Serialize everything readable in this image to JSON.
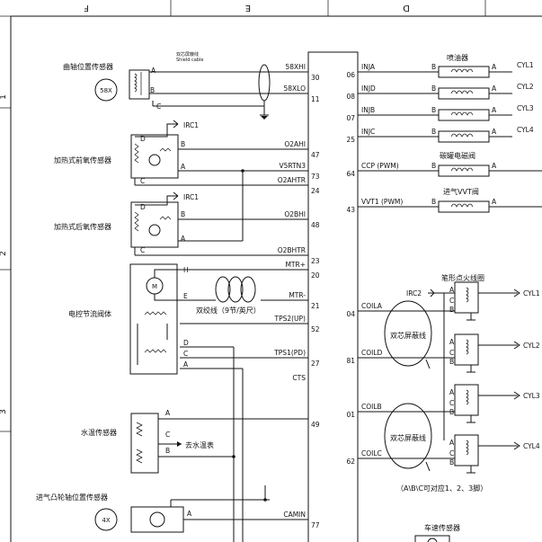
{
  "grid": {
    "top_letters": [
      "F",
      "E",
      "D"
    ],
    "left_numbers": [
      "1",
      "2",
      "3"
    ]
  },
  "ecu": {
    "left_pins": [
      {
        "pin": "30",
        "signal": "58XHI"
      },
      {
        "pin": "11",
        "signal": "58XLO"
      },
      {
        "pin": "47",
        "signal": "O2AHI"
      },
      {
        "pin": "73",
        "signal": "V5RTN3"
      },
      {
        "pin": "24",
        "signal": "O2AHTR"
      },
      {
        "pin": "48",
        "signal": "O2BHI"
      },
      {
        "pin": "23",
        "signal": "O2BHTR"
      },
      {
        "pin": "20",
        "signal": "MTR+"
      },
      {
        "pin": "21",
        "signal": "MTR-"
      },
      {
        "pin": "52",
        "signal": "TPS2(UP)"
      },
      {
        "pin": "27",
        "signal": "TPS1(PD)"
      },
      {
        "pin": "",
        "signal": "CTS"
      },
      {
        "pin": "49",
        "signal": ""
      },
      {
        "pin": "77",
        "signal": "CAMIN"
      }
    ],
    "right_pins": [
      {
        "pin": "06",
        "signal": "INJA"
      },
      {
        "pin": "08",
        "signal": "INJD"
      },
      {
        "pin": "07",
        "signal": "INJB"
      },
      {
        "pin": "25",
        "signal": "INJC"
      },
      {
        "pin": "64",
        "signal": "CCP (PWM)"
      },
      {
        "pin": "43",
        "signal": "VVT1 (PWM)"
      },
      {
        "pin": "04",
        "signal": "COILA"
      },
      {
        "pin": "81",
        "signal": "COILD"
      },
      {
        "pin": "01",
        "signal": "COILB"
      },
      {
        "pin": "62",
        "signal": "COILC"
      }
    ]
  },
  "sensors": {
    "crank": {
      "label": "曲轴位置传感器",
      "code": "58X",
      "shield_cn": "双芯屏蔽线",
      "shield_en": "Shield cable",
      "pins": [
        "A",
        "B",
        "C"
      ]
    },
    "front_o2": {
      "label": "加热式前氧传感器",
      "irc": "IRC1",
      "pins": [
        "D",
        "B",
        "A",
        "C"
      ]
    },
    "rear_o2": {
      "label": "加热式后氧传感器",
      "irc": "IRC1",
      "pins": [
        "D",
        "B",
        "A",
        "C"
      ]
    },
    "throttle": {
      "label": "电控节流阀体",
      "motor": "M",
      "twisted": "双绞线（9节/英尺）",
      "pins": [
        "H",
        "E",
        "D",
        "C",
        "A"
      ]
    },
    "coolant": {
      "label": "水温传感器",
      "to_gauge": "去水温表",
      "pins": [
        "A",
        "C",
        "B"
      ]
    },
    "cam": {
      "label": "进气凸轮轴位置传感器",
      "code": "4X",
      "pins": [
        "A"
      ]
    },
    "speed": {
      "label": "车速传感器"
    }
  },
  "actuators": {
    "injector_label": "喷油器",
    "injectors": [
      "CYL1",
      "CYL2",
      "CYL3",
      "CYL4"
    ],
    "canister": "碳罐电磁阀",
    "vvt": "进气VVT阀",
    "coil_title": "笔形点火线圈",
    "coil_irc": "IRC2",
    "coil_shield": "双芯屏蔽线",
    "coils": [
      "CYL1",
      "CYL2",
      "CYL3",
      "CYL4"
    ],
    "coil_note": "（A\\B\\C可对应1、2、3脚）",
    "pin_a": "A",
    "pin_b": "B",
    "pin_c": "C"
  }
}
